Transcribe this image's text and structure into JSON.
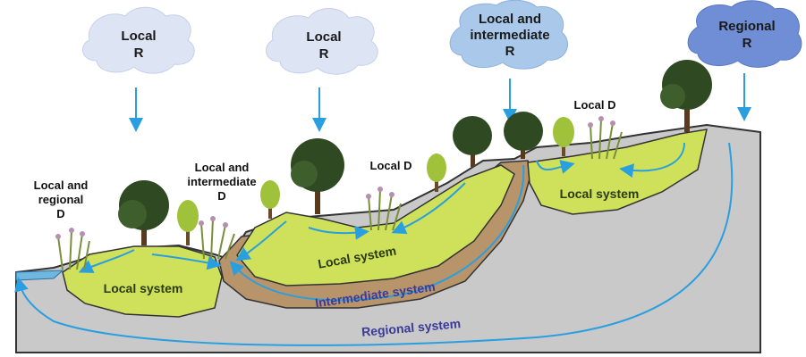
{
  "clouds": [
    {
      "line1": "Local",
      "line2": "R",
      "line3": ""
    },
    {
      "line1": "Local",
      "line2": "R",
      "line3": ""
    },
    {
      "line1": "Local and",
      "line2": "intermediate",
      "line3": "R"
    },
    {
      "line1": "Regional",
      "line2": "R",
      "line3": ""
    }
  ],
  "discharge": [
    {
      "line1": "Local and",
      "line2": "regional",
      "line3": "D"
    },
    {
      "line1": "Local and",
      "line2": "intermediate",
      "line3": "D"
    },
    {
      "line1": "Local D",
      "line2": "",
      "line3": ""
    },
    {
      "line1": "Local D",
      "line2": "",
      "line3": ""
    }
  ],
  "systems": {
    "local_1": "Local system",
    "local_2": "Local system",
    "local_3": "Local system",
    "intermediate": "Intermediate system",
    "regional": "Regional system"
  },
  "colors": {
    "bedrock": "#c8c8c8",
    "local": "#cfe05a",
    "intermediate": "#b8946a",
    "flow": "#2a9fe0",
    "cloud_light": "#dde4f4",
    "cloud_mid": "#a9c8ea",
    "cloud_dark": "#6f8ed6",
    "water": "#6fb6e0",
    "system_label": "#3b3a99"
  }
}
